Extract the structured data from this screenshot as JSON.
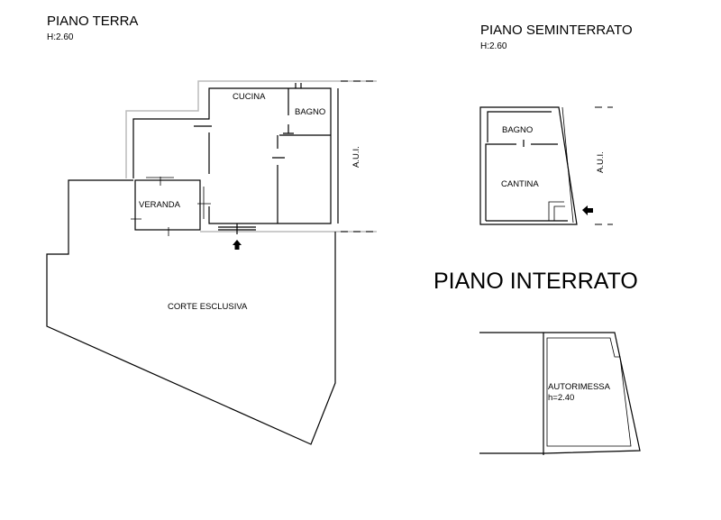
{
  "ground_floor": {
    "title": "PIANO TERRA",
    "height": "H:2.60",
    "rooms": {
      "kitchen": "CUCINA",
      "bathroom": "BAGNO",
      "veranda": "VERANDA",
      "courtyard": "CORTE ESCLUSIVA",
      "adjacent": "A.U.I."
    }
  },
  "semi_basement": {
    "title": "PIANO SEMINTERRATO",
    "height": "H:2.60",
    "rooms": {
      "bathroom": "BAGNO",
      "cellar": "CANTINA",
      "adjacent": "A.U.I."
    }
  },
  "basement": {
    "title": "PIANO INTERRATO",
    "rooms": {
      "garage": "AUTORIMESSA",
      "garage_height": "h=2.40"
    }
  }
}
